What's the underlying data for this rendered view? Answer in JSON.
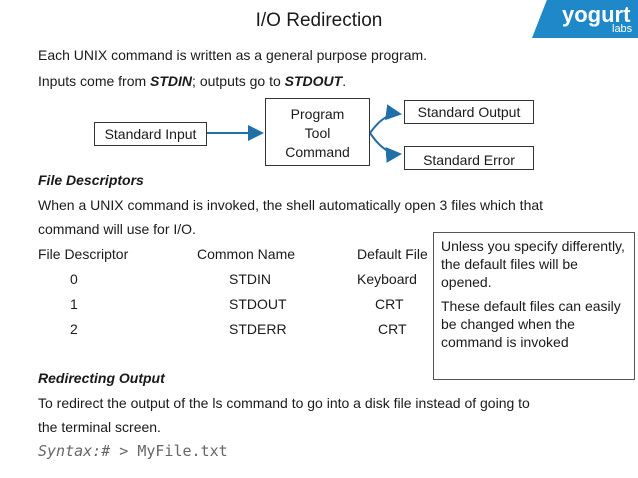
{
  "logo": {
    "main": "yogurt",
    "sub": "labs",
    "color": "#1e88c9"
  },
  "title": "I/O Redirection",
  "intro": {
    "line1": "Each UNIX command is written as a general purpose program.",
    "line2_pre": "Inputs come from ",
    "line2_stdin": "STDIN",
    "line2_mid": "; outputs go to ",
    "line2_stdout": "STDOUT",
    "line2_end": "."
  },
  "diagram": {
    "input": "Standard Input",
    "program_l1": "Program",
    "program_l2": "Tool",
    "program_l3": "Command",
    "output": "Standard Output",
    "error": "Standard Error"
  },
  "fd_section": {
    "heading": "File Descriptors",
    "text_l1": "When a UNIX command is invoked, the shell automatically open 3 files which that",
    "text_l2": "command will use for I/O."
  },
  "table": {
    "headers": [
      "File Descriptor",
      "Common Name",
      "Default File"
    ],
    "rows": [
      [
        "0",
        "STDIN",
        "Keyboard"
      ],
      [
        "1",
        "STDOUT",
        "CRT"
      ],
      [
        "2",
        "STDERR",
        "CRT"
      ]
    ]
  },
  "note": {
    "p1": "Unless you specify differently, the default files will be opened.",
    "p2": "These default files can easily be changed when the command is invoked"
  },
  "redirect": {
    "heading": "Redirecting Output",
    "text_l1": "To redirect the output of the ls command to go into a disk file instead of going to",
    "text_l2": "the terminal screen.",
    "syntax_label": "Syntax:#",
    "syntax_cmd": " > MyFile.txt"
  }
}
